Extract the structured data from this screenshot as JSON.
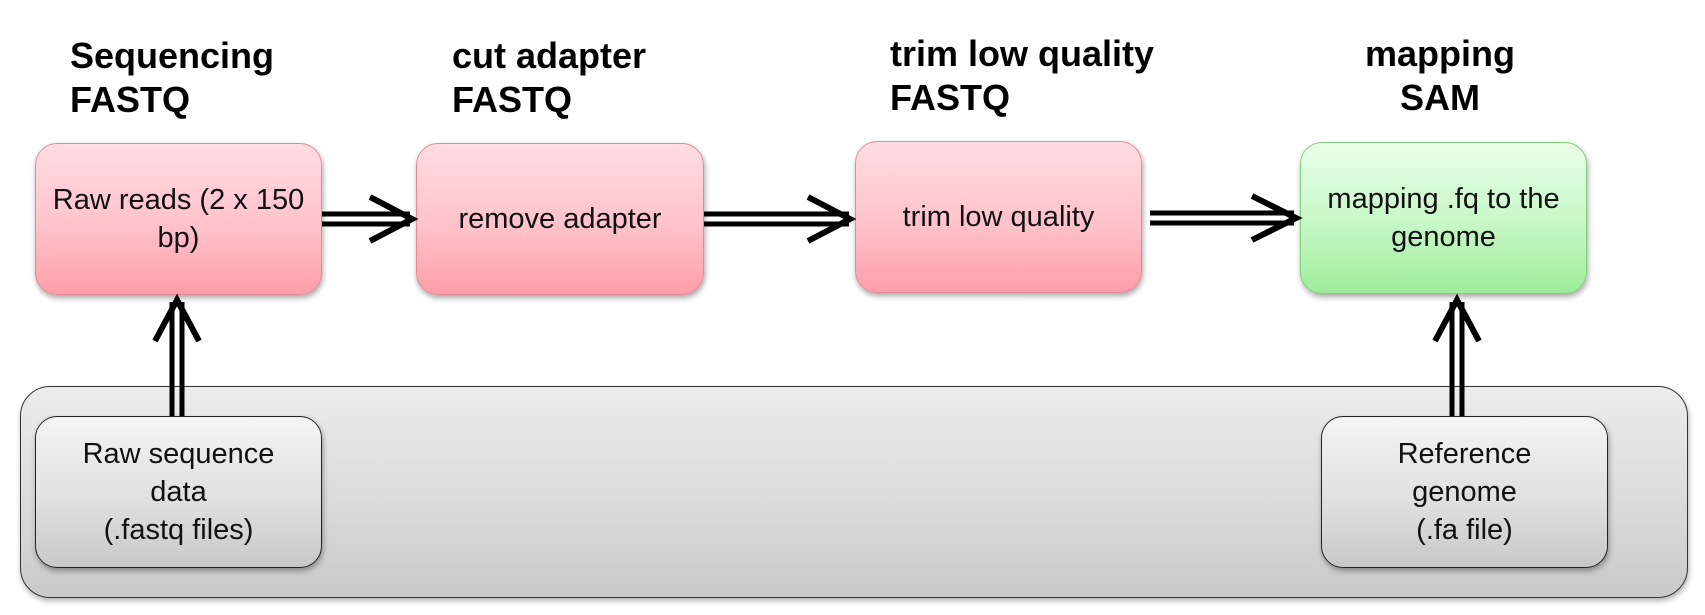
{
  "stages": [
    {
      "title_line1": "Sequencing",
      "title_line2": "FASTQ"
    },
    {
      "title_line1": "cut adapter",
      "title_line2": "FASTQ"
    },
    {
      "title_line1": "trim low quality",
      "title_line2": "FASTQ"
    },
    {
      "title_line1": "mapping",
      "title_line2": "SAM"
    }
  ],
  "process_boxes": [
    {
      "text": "Raw reads (2 x 150 bp)"
    },
    {
      "text": "remove adapter"
    },
    {
      "text": "trim low quality"
    },
    {
      "text": "mapping .fq to the genome"
    }
  ],
  "input_boxes": [
    {
      "line1": "Raw sequence",
      "line2": "data",
      "line3": "(.fastq files)"
    },
    {
      "line1": "Reference",
      "line2": "genome",
      "line3": "(.fa file)"
    }
  ],
  "colors": {
    "process_fill": "#ffc2ca",
    "mapping_fill": "#c6f7c6",
    "input_fill": "#e0e0e0",
    "arrow": "#000000"
  }
}
